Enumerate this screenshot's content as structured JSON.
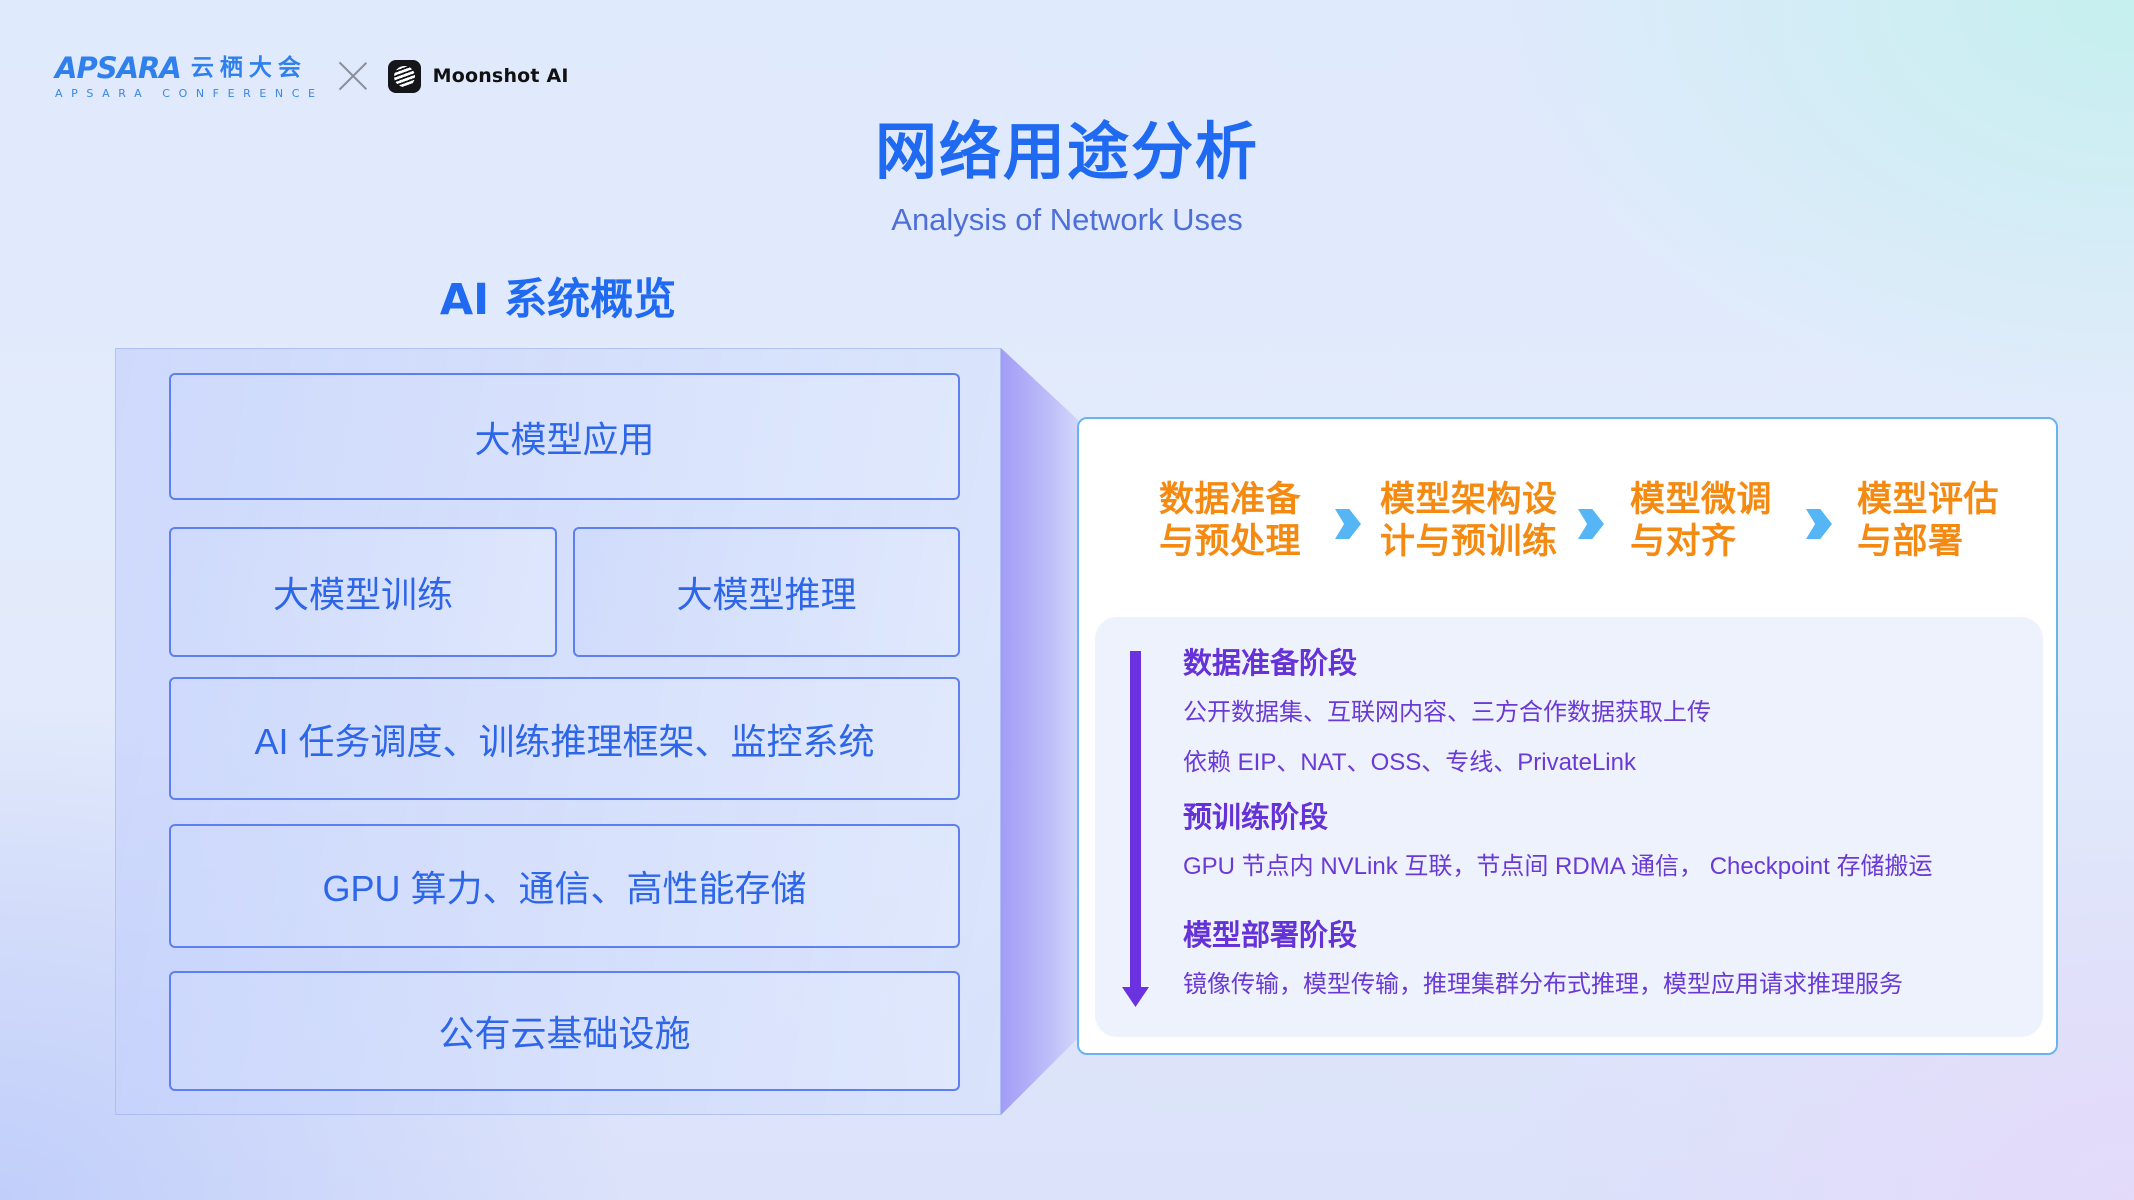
{
  "header": {
    "apsara_logo": {
      "wordmark": "APSARA",
      "cn_name": "云栖大会",
      "tagline": "APSARA   CONFERENCE"
    },
    "separator_icon": "times-icon",
    "partner_logo": {
      "icon": "moonshot-globe-icon",
      "name": "Moonshot AI"
    }
  },
  "title": "网络用途分析",
  "subtitle": "Analysis of Network Uses",
  "left_panel": {
    "title": "AI 系统概览",
    "layers": [
      {
        "label": "大模型应用"
      },
      {
        "label": "大模型训练"
      },
      {
        "label": "大模型推理"
      },
      {
        "label": "AI 任务调度、训练推理框架、监控系统"
      },
      {
        "label": "GPU 算力、通信、高性能存储"
      },
      {
        "label": "公有云基础设施"
      }
    ]
  },
  "right_panel": {
    "flow_steps": [
      {
        "label": "数据准备\n与预处理"
      },
      {
        "label": "模型架构设\n计与预训练"
      },
      {
        "label": "模型微调\n与对齐"
      },
      {
        "label": "模型评估\n与部署"
      }
    ],
    "flow_arrow_icon": "chevron-right-icon",
    "stages": [
      {
        "title": "数据准备阶段",
        "lines": [
          "公开数据集、互联网内容、三方合作数据获取上传",
          "依赖 EIP、NAT、OSS、专线、PrivateLink"
        ]
      },
      {
        "title": "预训练阶段",
        "lines": [
          "GPU 节点内 NVLink 互联，节点间 RDMA 通信， Checkpoint 存储搬运"
        ]
      },
      {
        "title": "模型部署阶段",
        "lines": [
          "镜像传输，模型传输，推理集群分布式推理，模型应用请求推理服务"
        ]
      }
    ]
  },
  "colors": {
    "title_blue": "#1f6af0",
    "layer_border": "#5d7ff0",
    "flow_orange": "#f58a12",
    "arrow_blue": "#56b6f5",
    "stage_purple": "#6532d8",
    "card_border": "#6ab4ee"
  }
}
